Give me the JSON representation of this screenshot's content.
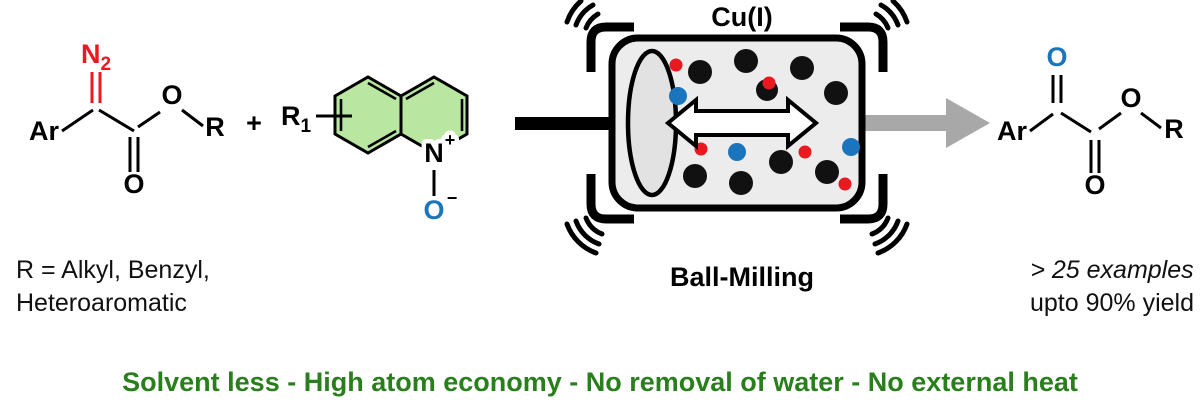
{
  "figure": {
    "reactant1": {
      "ar": "Ar",
      "n": "N",
      "n_sub": "2",
      "carbonyl_o": "O",
      "ester_o": "O",
      "r": "R"
    },
    "plus": "+",
    "reactant2": {
      "r": "R",
      "r_sub": "1",
      "n": "N",
      "n_charge": "+",
      "o": "O",
      "o_charge": "−"
    },
    "mill": {
      "catalyst": "Cu(I)",
      "label": "Ball-Milling"
    },
    "product": {
      "ar": "Ar",
      "keto_o": "O",
      "carbonyl_o": "O",
      "ester_o": "O",
      "r": "R"
    },
    "notes": {
      "left_line1": "R = Alkyl, Benzyl,",
      "left_line2": "Heteroaromatic",
      "right_line1": "> 25 examples",
      "right_line2": "upto 90% yield"
    },
    "footer": "Solvent less - High atom economy - No removal of water - No external heat",
    "colors": {
      "red": "#e8191f",
      "blue": "#1b75bc",
      "ring_green": "#b9e7a2",
      "footer_green": "#2a7f1d",
      "arrow_gray": "#a8a8a8"
    }
  }
}
